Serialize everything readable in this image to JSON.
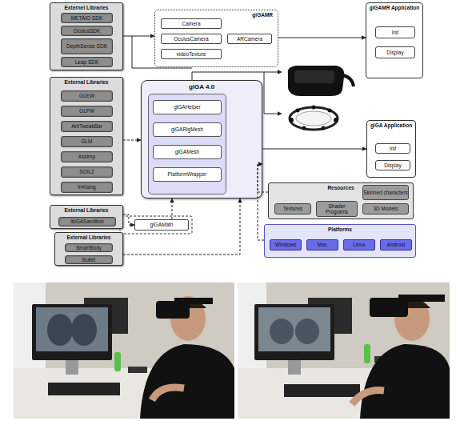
{
  "diagram": {
    "nodes": [
      {
        "text": [
          "Externel Libraries"
        ]
      },
      {
        "text": [
          "METAIO SDK"
        ],
        "in": 0
      },
      {
        "text": [
          "OculusSDK"
        ],
        "in": 0
      },
      {
        "text": [
          "DepthSense SDK"
        ],
        "in": 0
      },
      {
        "text": [
          "Leap SDK"
        ],
        "in": 0
      },
      {
        "text": [
          "glGAMR"
        ]
      },
      {
        "text": [
          "Camera"
        ],
        "in": 5
      },
      {
        "text": [
          "OculusCamera"
        ],
        "in": 5
      },
      {
        "text": [
          "ARCamera"
        ],
        "in": 5
      },
      {
        "text": [
          "videoTexture"
        ],
        "in": 5
      },
      {
        "text": [
          "glGAMR Application"
        ]
      },
      {
        "text": [
          "Init"
        ],
        "in": 10
      },
      {
        "text": [
          "Display"
        ],
        "in": 10
      },
      {
        "text": [
          "External Libraries"
        ]
      },
      {
        "text": [
          "GLEW"
        ],
        "in": 13
      },
      {
        "text": [
          "GLFW"
        ],
        "in": 13
      },
      {
        "text": [
          "AntTweakBar"
        ],
        "in": 13
      },
      {
        "text": [
          "GLM"
        ],
        "in": 13
      },
      {
        "text": [
          "Assimp"
        ],
        "in": 13
      },
      {
        "text": [
          "SOIL2"
        ],
        "in": 13
      },
      {
        "text": [
          "irrKlang"
        ],
        "in": 13
      },
      {
        "text": [
          "glGA 4.0"
        ]
      },
      {
        "text": [
          "glGAHelper"
        ],
        "in": 21
      },
      {
        "text": [
          "glGARigMesh"
        ],
        "in": 21
      },
      {
        "text": [
          "glGAMesh"
        ],
        "in": 21
      },
      {
        "text": [
          "PlatformWrapper"
        ],
        "in": 21
      },
      {
        "text": [
          "glGA Application"
        ]
      },
      {
        "text": [
          "Init"
        ],
        "in": 26
      },
      {
        "text": [
          "Display"
        ],
        "in": 26
      },
      {
        "text": [
          "Resources"
        ]
      },
      {
        "text": [
          "Skinned characters"
        ],
        "in": 29
      },
      {
        "text": [
          "Textures"
        ],
        "in": 29
      },
      {
        "text": [
          "Shader Programs"
        ],
        "in": 29
      },
      {
        "text": [
          "3D Models"
        ],
        "in": 29
      },
      {
        "text": [
          "External Libraries"
        ]
      },
      {
        "text": [
          "libGASandbox"
        ],
        "in": 34
      },
      {
        "text": [
          "glGAMath"
        ]
      },
      {
        "text": [
          "External Libraries"
        ]
      },
      {
        "text": [
          "SmartBody"
        ],
        "in": 37
      },
      {
        "text": [
          "Bullet"
        ],
        "in": 37
      },
      {
        "text": [
          "Platforms"
        ]
      },
      {
        "text": [
          "Windows"
        ],
        "in": 40
      },
      {
        "text": [
          "Mac"
        ],
        "in": 40
      },
      {
        "text": [
          "Linux"
        ],
        "in": 40
      },
      {
        "text": [
          "Android"
        ],
        "in": 40
      }
    ],
    "edges": [
      {
        "from": 0,
        "to": 5,
        "arrow": "to"
      },
      {
        "from": 5,
        "to": 10,
        "arrow": "to"
      },
      {
        "from": 13,
        "to": 21,
        "arrow": "to"
      },
      {
        "from": 21,
        "to": 26,
        "arrow": "to"
      },
      {
        "from": 29,
        "to": 21,
        "arrow": "to"
      },
      {
        "from": 40,
        "to": 21,
        "arrow": "to"
      },
      {
        "from": 34,
        "to": 36,
        "arrow": "to"
      },
      {
        "from": 37,
        "to": 21,
        "arrow": "to"
      },
      {
        "from": 36,
        "to": 21,
        "arrow": "to"
      }
    ]
  }
}
